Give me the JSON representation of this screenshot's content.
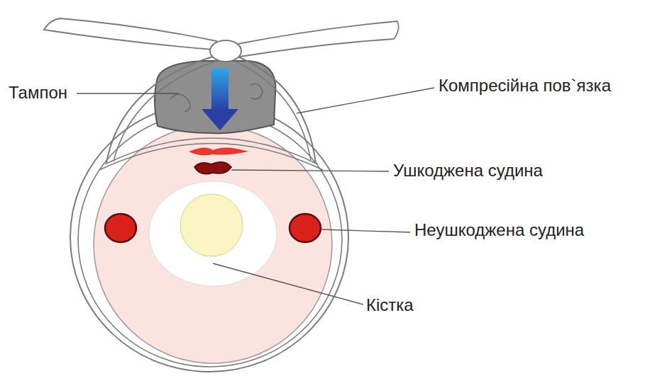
{
  "diagram": {
    "labels": [
      "Тампон",
      "Компресійна пов`язка",
      "Ушкоджена судина",
      "Неушкоджена судина",
      "Кістка"
    ]
  }
}
